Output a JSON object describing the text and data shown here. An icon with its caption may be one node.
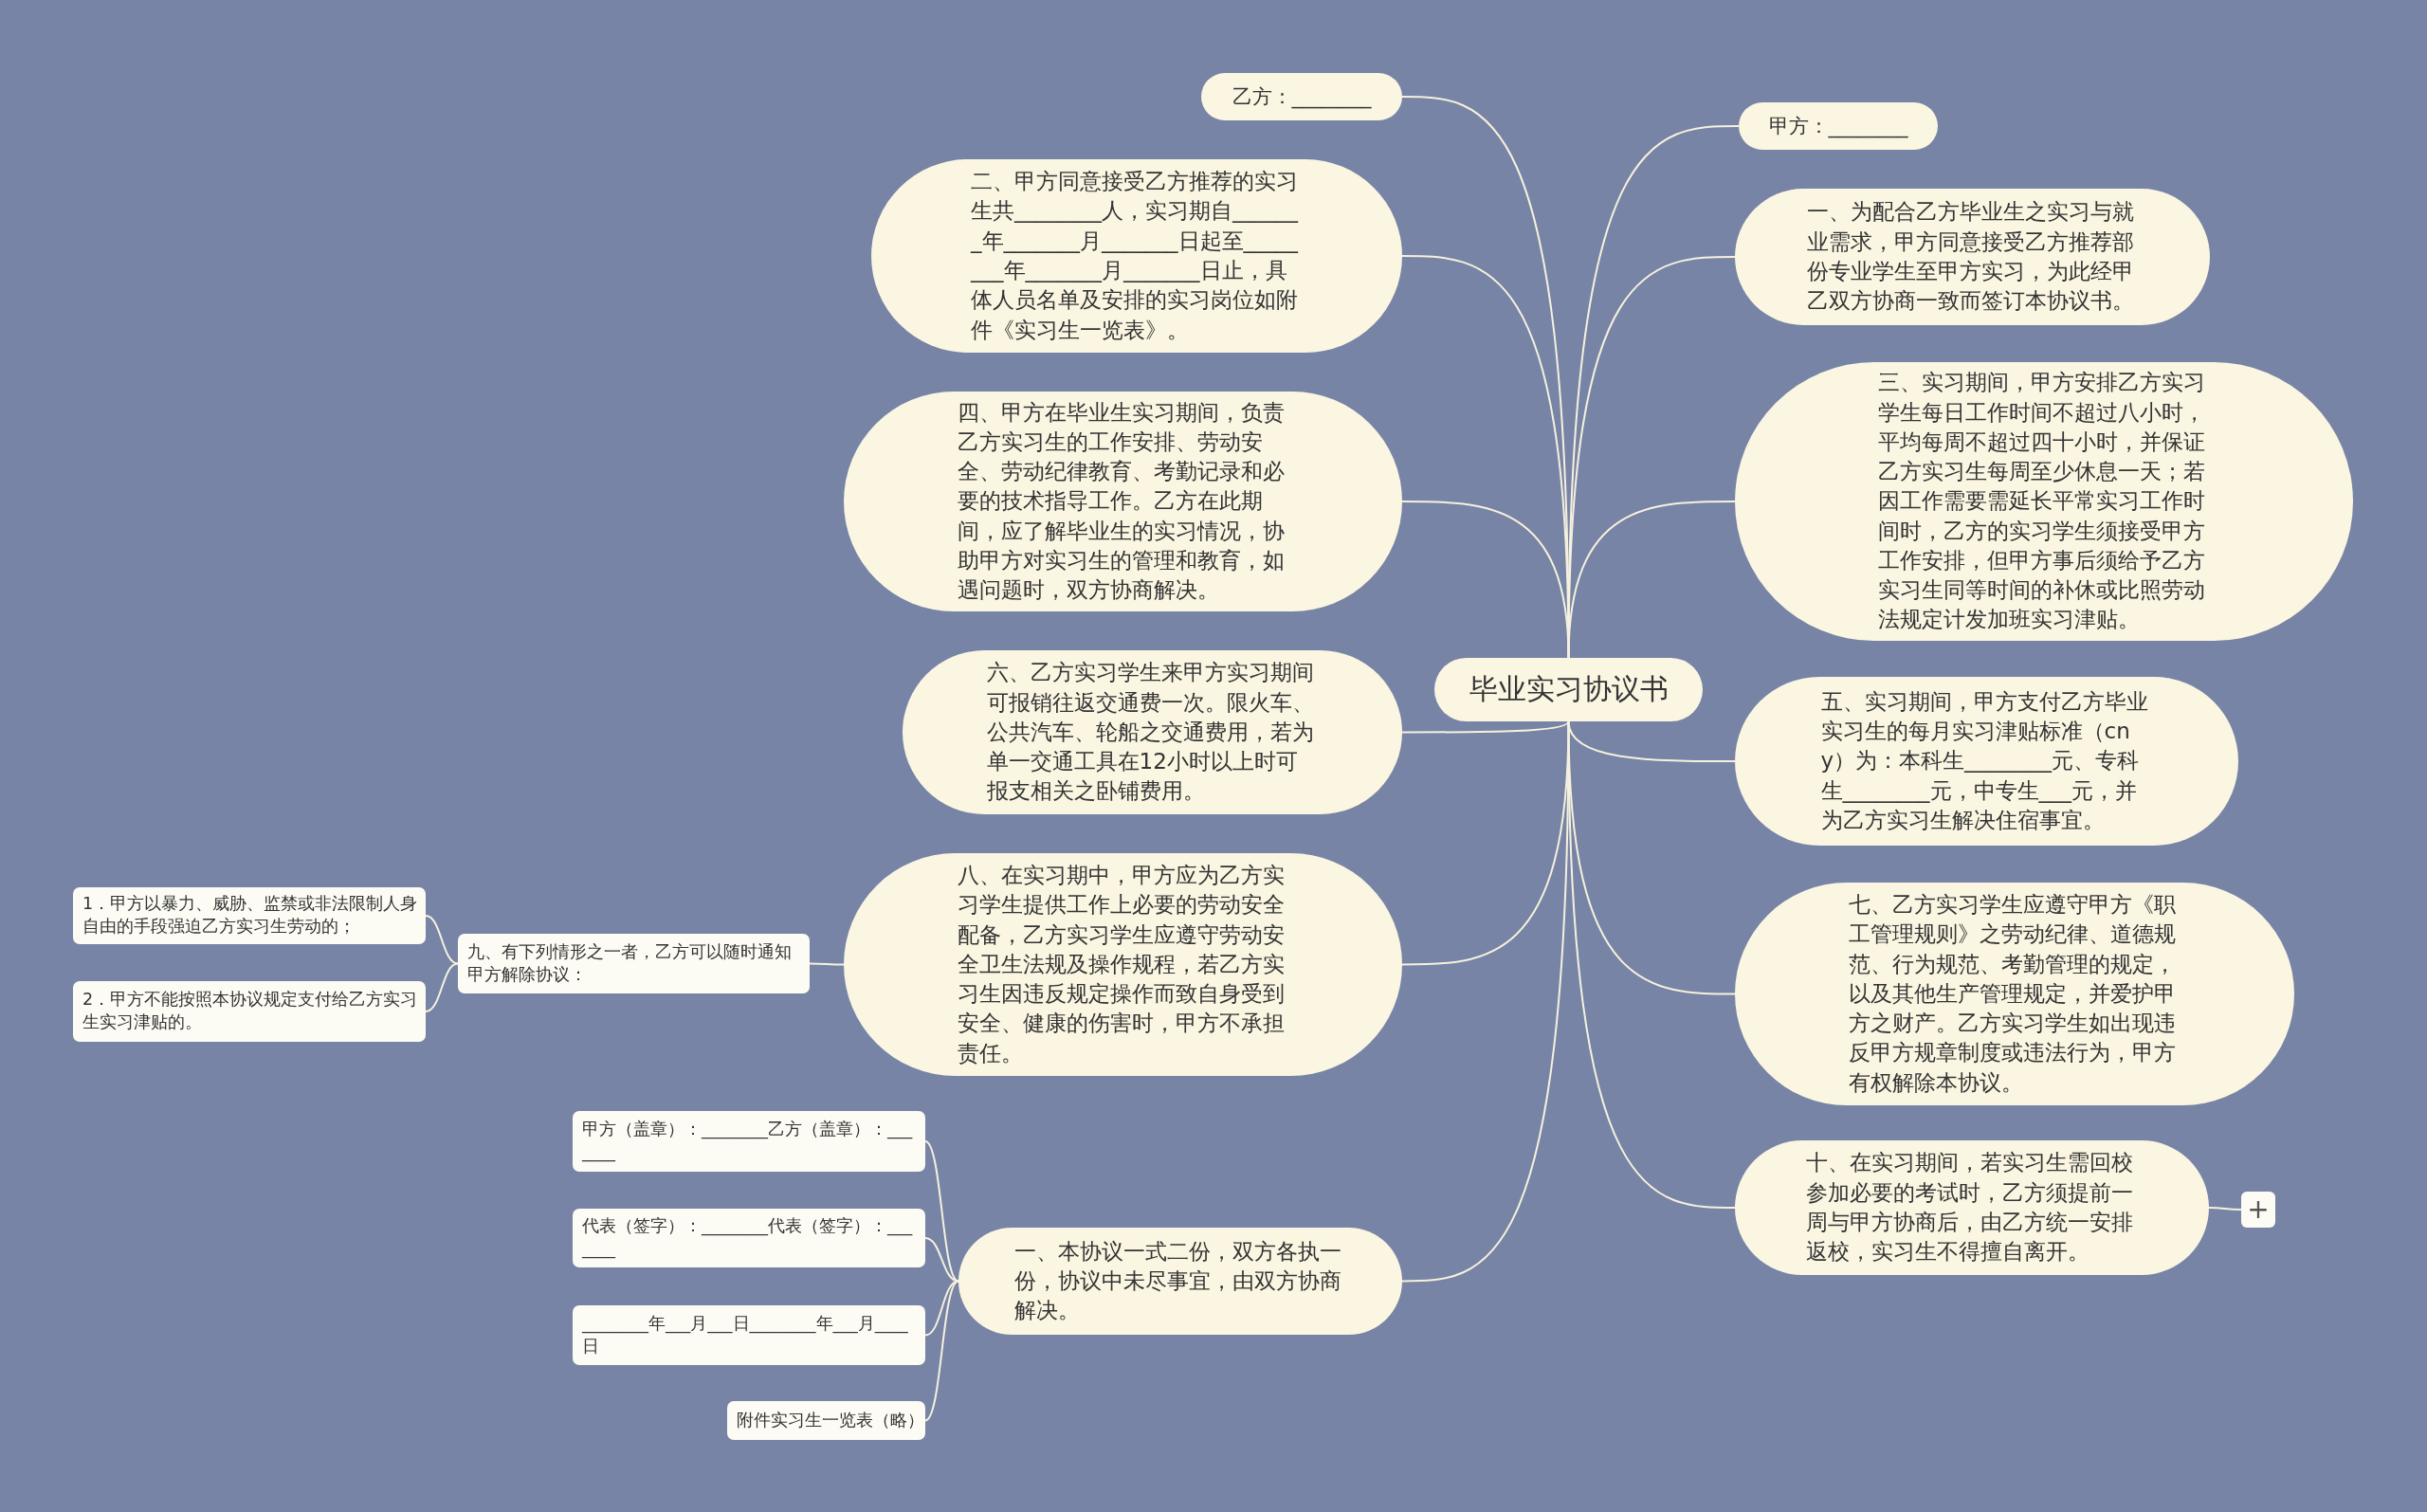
{
  "diagram": {
    "nodes": [
      {
        "text": [
          "毕业实习协议书"
        ]
      },
      {
        "text": [
          "乙方：________"
        ]
      },
      {
        "text": [
          "甲方：________"
        ]
      },
      {
        "text": [
          "二、甲方同意接受乙方推荐的实习生共________人，实习期自_______年_______月_______日起至________年_______月_______日止，具体人员名单及安排的实习岗位如附件《实习生一览表》。"
        ]
      },
      {
        "text": [
          "一、为配合乙方毕业生之实习与就业需求，甲方同意接受乙方推荐部份专业学生至甲方实习，为此经甲乙双方协商一致而签订本协议书。"
        ]
      },
      {
        "text": [
          "四、甲方在毕业生实习期间，负责乙方实习生的工作安排、劳动安全、劳动纪律教育、考勤记录和必要的技术指导工作。乙方在此期间，应了解毕业生的实习情况，协助甲方对实习生的管理和教育，如遇问题时，双方协商解决。"
        ]
      },
      {
        "text": [
          "三、实习期间，甲方安排乙方实习学生每日工作时间不超过八小时，平均每周不超过四十小时，并保证乙方实习生每周至少休息一天；若因工作需要需延长平常实习工作时间时，乙方的实习学生须接受甲方工作安排，但甲方事后须给予乙方实习生同等时间的补休或比照劳动法规定计发加班实习津贴。"
        ]
      },
      {
        "text": [
          "六、乙方实习学生来甲方实习期间可报销往返交通费一次。限火车、公共汽车、轮船之交通费用，若为单一交通工具在12小时以上时可报支相关之卧铺费用。"
        ]
      },
      {
        "text": [
          "五、实习期间，甲方支付乙方毕业实习生的每月实习津贴标准（cny）为：本科生________元、专科生________元，中专生___元，并为乙方实习生解决住宿事宜。"
        ]
      },
      {
        "text": [
          "八、在实习期中，甲方应为乙方实习学生提供工作上必要的劳动安全配备，乙方实习学生应遵守劳动安全卫生法规及操作规程，若乙方实习生因违反规定操作而致自身受到安全、健康的伤害时，甲方不承担责任。"
        ]
      },
      {
        "text": [
          "九、有下列情形之一者，乙方可以随时通知甲方解除协议："
        ]
      },
      {
        "text": [
          "1．甲方以暴力、威胁、监禁或非法限制人身自由的手段强迫乙方实习生劳动的；"
        ]
      },
      {
        "text": [
          "2．甲方不能按照本协议规定支付给乙方实习生实习津贴的。"
        ]
      },
      {
        "text": [
          "七、乙方实习学生应遵守甲方《职工管理规则》之劳动纪律、道德规范、行为规范、考勤管理的规定，以及其他生产管理规定，并爱护甲方之财产。乙方实习学生如出现违反甲方规章制度或违法行为，甲方有权解除本协议。"
        ]
      },
      {
        "text": [
          "十、在实习期间，若实习生需回校参加必要的考试时，乙方须提前一周与甲方协商后，由乙方统一安排返校，实习生不得擅自离开。"
        ]
      },
      {
        "text": [
          "一、本协议一式二份，双方各执一份，协议中未尽事宜，由双方协商解决。"
        ]
      },
      {
        "text": [
          "甲方（盖章）：________乙方（盖章）：_______"
        ]
      },
      {
        "text": [
          "代表（签字）：________代表（签字）：_______"
        ]
      },
      {
        "text": [
          "________年___月___日________年___月____日"
        ]
      },
      {
        "text": [
          "附件实习生一览表（略）"
        ]
      },
      {
        "text": [
          "+"
        ]
      }
    ],
    "edges": [
      {
        "from": 0,
        "to": 1,
        "arrow": "none"
      },
      {
        "from": 0,
        "to": 2,
        "arrow": "none"
      },
      {
        "from": 0,
        "to": 3,
        "arrow": "none"
      },
      {
        "from": 0,
        "to": 4,
        "arrow": "none"
      },
      {
        "from": 0,
        "to": 5,
        "arrow": "none"
      },
      {
        "from": 0,
        "to": 6,
        "arrow": "none"
      },
      {
        "from": 0,
        "to": 7,
        "arrow": "none"
      },
      {
        "from": 0,
        "to": 8,
        "arrow": "none"
      },
      {
        "from": 0,
        "to": 9,
        "arrow": "none"
      },
      {
        "from": 9,
        "to": 10,
        "arrow": "none"
      },
      {
        "from": 10,
        "to": 11,
        "arrow": "none"
      },
      {
        "from": 10,
        "to": 12,
        "arrow": "none"
      },
      {
        "from": 0,
        "to": 13,
        "arrow": "none"
      },
      {
        "from": 0,
        "to": 14,
        "arrow": "none"
      },
      {
        "from": 0,
        "to": 15,
        "arrow": "none"
      },
      {
        "from": 15,
        "to": 16,
        "arrow": "none"
      },
      {
        "from": 15,
        "to": 17,
        "arrow": "none"
      },
      {
        "from": 15,
        "to": 18,
        "arrow": "none"
      },
      {
        "from": 15,
        "to": 19,
        "arrow": "none"
      },
      {
        "from": 14,
        "to": 20,
        "arrow": "none"
      }
    ]
  }
}
